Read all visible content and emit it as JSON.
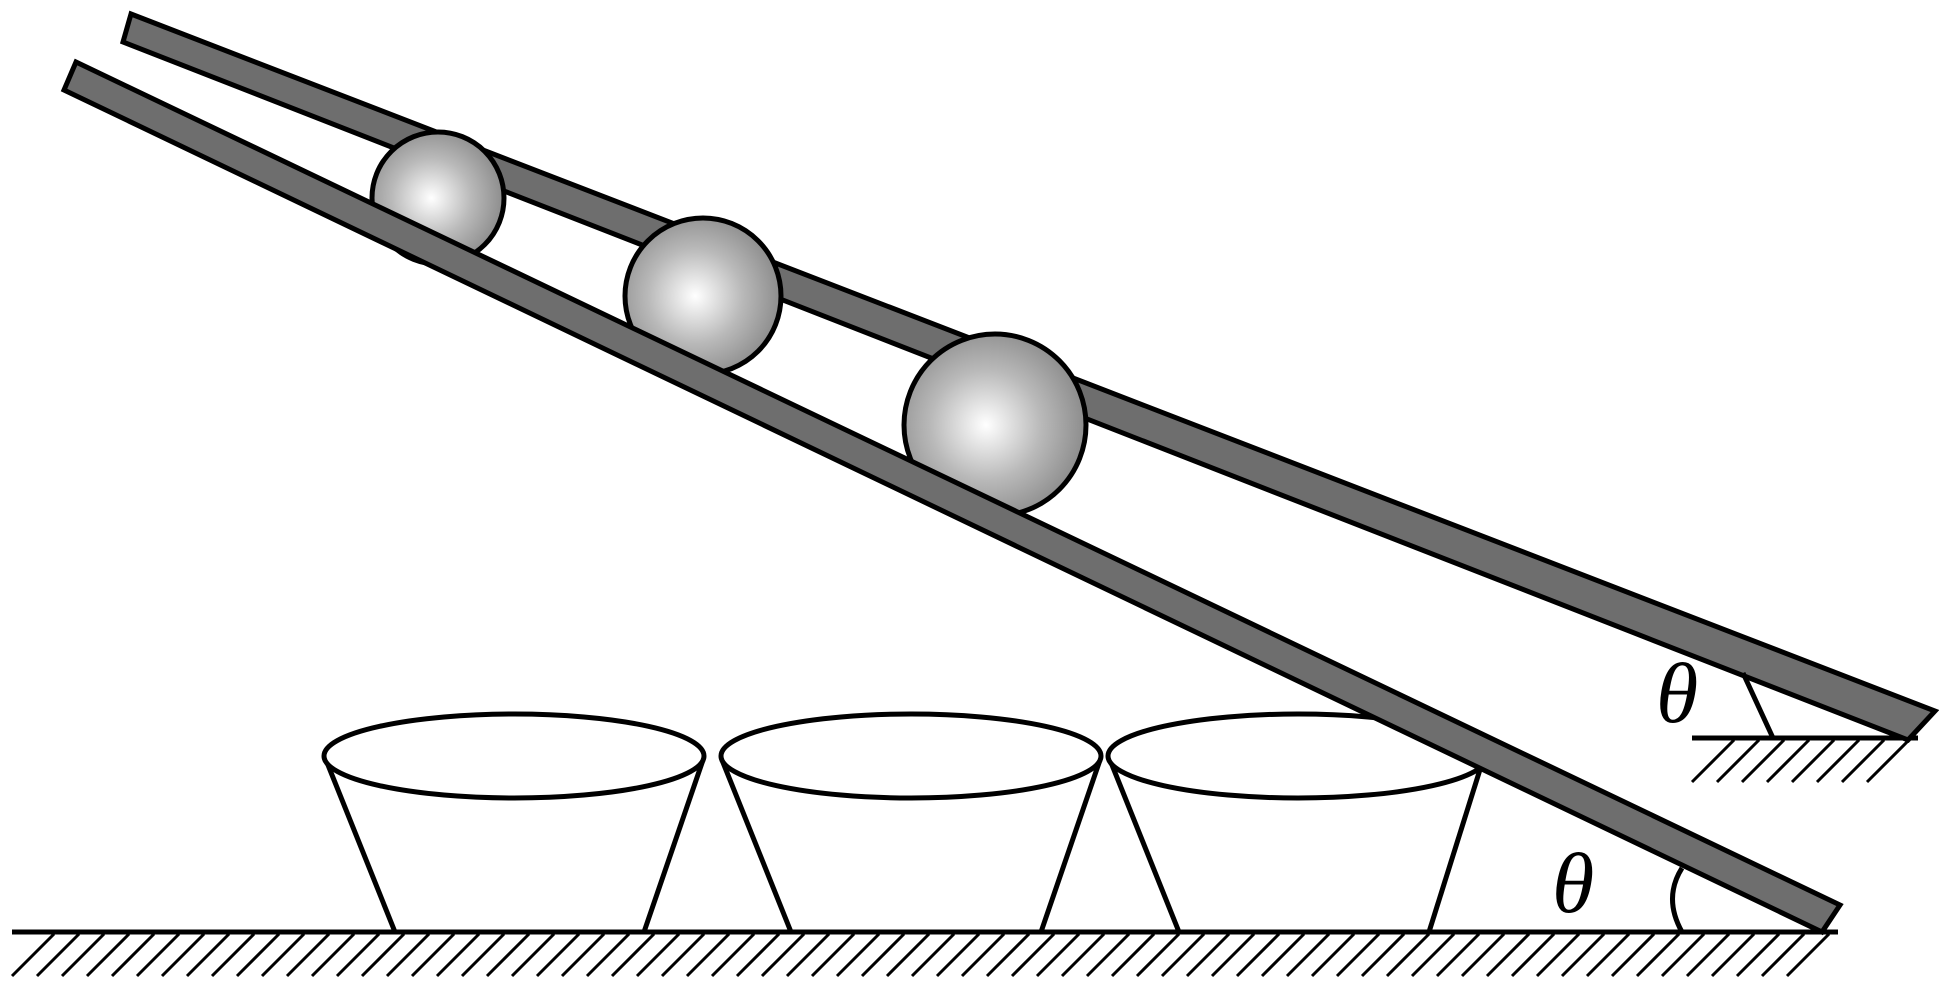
{
  "diagram": {
    "labels": {
      "upper_angle": "θ",
      "lower_angle": "θ"
    },
    "colors": {
      "rail_fill": "#6e6e6e",
      "rail_stroke": "#000000",
      "ball_highlight": "#ffffff",
      "ball_mid": "#b9b9b9",
      "ball_edge": "#8c8c8c",
      "line": "#000000",
      "background": "#ffffff"
    },
    "objects": {
      "rails": 2,
      "balls": 3,
      "cups": 3
    }
  }
}
